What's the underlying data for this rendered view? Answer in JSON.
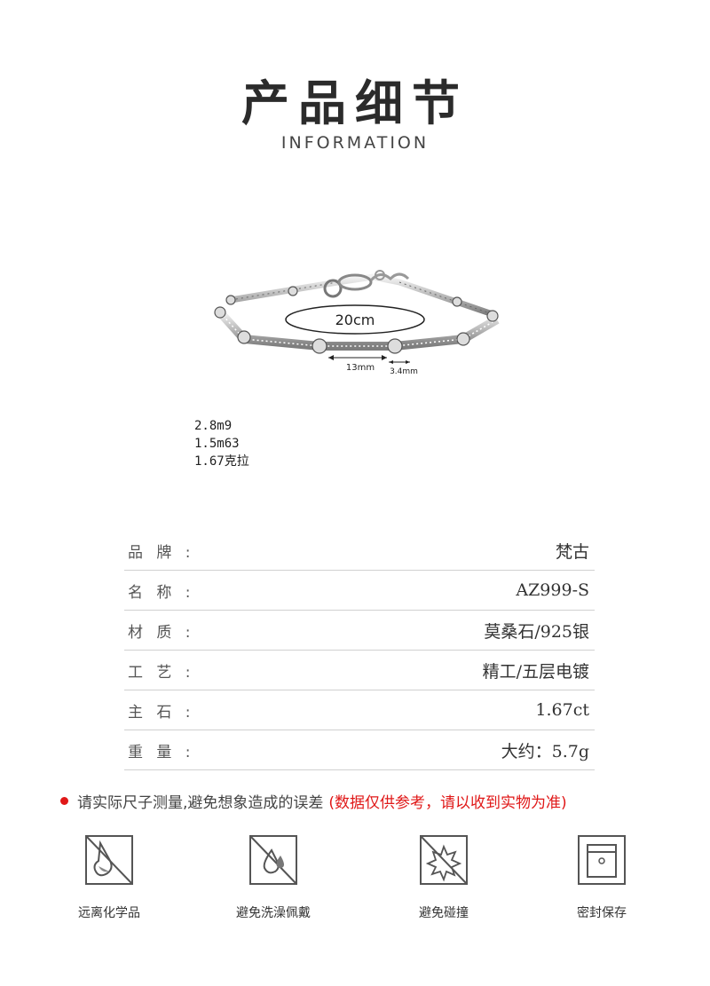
{
  "header": {
    "title": "产品细节",
    "subtitle": "INFORMATION"
  },
  "bracelet": {
    "length_label": "20cm",
    "bar_length_label": "13mm",
    "stone_width_label": "3.4mm"
  },
  "specs_lines": [
    "2.8m9",
    "1.5m63",
    "1.67克拉"
  ],
  "table": [
    {
      "label": "品 牌 :",
      "value": "梵古"
    },
    {
      "label": "名 称 :",
      "value": "AZ999-S"
    },
    {
      "label": "材 质 :",
      "value": "莫桑石/925银"
    },
    {
      "label": "工 艺 :",
      "value": "精工/五层电镀"
    },
    {
      "label": "主 石 :",
      "value": "1.67ct"
    },
    {
      "label": "重 量 :",
      "value": "大约：5.7g"
    }
  ],
  "note": {
    "text": "请实际尺子测量,避免想象造成的误差",
    "highlight": "(数据仅供参考，请以收到实物为准)",
    "highlight_color": "#e01818"
  },
  "care": [
    {
      "icon": "chemical-flask-icon",
      "label": "远离化学品"
    },
    {
      "icon": "water-drop-icon",
      "label": "避免洗澡佩戴"
    },
    {
      "icon": "impact-burst-icon",
      "label": "避免碰撞"
    },
    {
      "icon": "sealed-bag-icon",
      "label": "密封保存"
    }
  ]
}
